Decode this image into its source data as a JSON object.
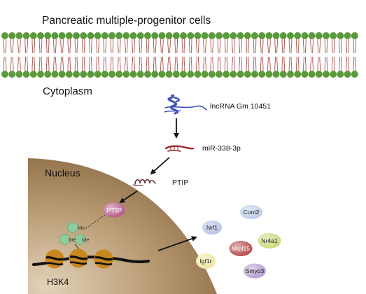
{
  "header": {
    "title": "Pancreatic multiple-progenitor cells"
  },
  "regions": {
    "cytoplasm": "Cytoplasm",
    "nucleus": "Nucleus"
  },
  "pathway": {
    "lncrna": "lncRNA Gm 10451",
    "mirna": "miR-338-3p",
    "ptip_mrna": "PTIP",
    "ptip_protein": "PTIP",
    "methyl_a": "Me",
    "methyl_b": "Me",
    "methyl_c": "Me",
    "histone_mark": "H3K4"
  },
  "target_genes": [
    {
      "name": "Cont2",
      "color": "#bccde8"
    },
    {
      "name": "Nrf1",
      "color": "#b7c2e6"
    },
    {
      "name": "Nr4a1",
      "color": "#c8da7a"
    },
    {
      "name": "Mrpl15",
      "color": "#b5484b"
    },
    {
      "name": "Igf1r",
      "color": "#ede6a0"
    },
    {
      "name": "Smyd3",
      "color": "#b59fd2"
    }
  ],
  "colors": {
    "membrane_head": "#5b9a3b",
    "membrane_tail": "#a8514a",
    "nucleus_fill": "#a0825c",
    "ptip_protein": "#b65a8c",
    "methyl": "#8ccc9e",
    "nucleosome": "#c9871f",
    "lncrna": "#3c55b5",
    "mirna": "#9b2b2b"
  }
}
